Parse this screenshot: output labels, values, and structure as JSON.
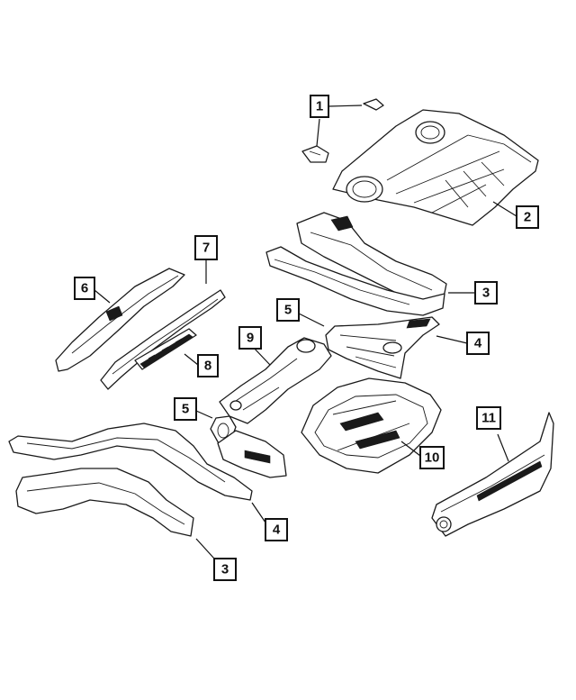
{
  "diagram": {
    "callouts": [
      {
        "id": "callout-1",
        "label": "1"
      },
      {
        "id": "callout-2",
        "label": "2"
      },
      {
        "id": "callout-3-upper",
        "label": "3"
      },
      {
        "id": "callout-4-upper",
        "label": "4"
      },
      {
        "id": "callout-5-upper",
        "label": "5"
      },
      {
        "id": "callout-6",
        "label": "6"
      },
      {
        "id": "callout-7",
        "label": "7"
      },
      {
        "id": "callout-8",
        "label": "8"
      },
      {
        "id": "callout-9",
        "label": "9"
      },
      {
        "id": "callout-5-lower",
        "label": "5"
      },
      {
        "id": "callout-10",
        "label": "10"
      },
      {
        "id": "callout-11",
        "label": "11"
      },
      {
        "id": "callout-4-lower",
        "label": "4"
      },
      {
        "id": "callout-3-lower",
        "label": "3"
      }
    ]
  }
}
